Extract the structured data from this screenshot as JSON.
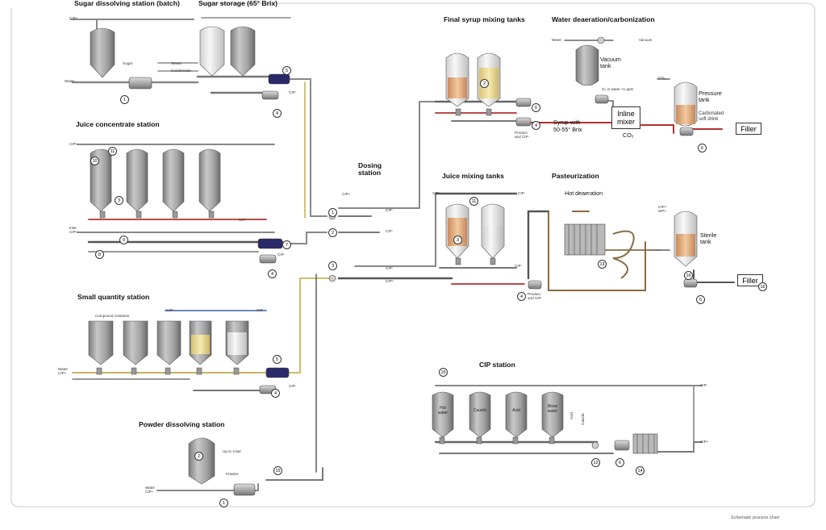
{
  "stations": {
    "sugar_dissolving": "Sugar dissolving station (batch)",
    "sugar_storage": "Sugar storage (65° Brix)",
    "juice_concentrate": "Juice concentrate station",
    "small_quantity": "Small quantity station",
    "powder_dissolving": "Powder dissolving station",
    "dosing": "Dosing station",
    "final_syrup": "Final syrup mixing tanks",
    "water_deaeration": "Water deaeration/carbonization",
    "juice_mixing": "Juice mixing tanks",
    "pasteurization": "Pasteurization",
    "cip_station": "CIP station"
  },
  "labels": {
    "cip_plus": "CIP+",
    "cip_minus": "CIP-",
    "water": "Water",
    "sugar": "Sugar",
    "steam": "Steam",
    "condensate": "Condensate",
    "inlet_cip": "Inlet CIP+",
    "compound_container": "Compound container",
    "water_cip": "Water CIP+",
    "up_to_4_bar": "Up to 4-bar",
    "powder": "Powder",
    "water_in": "Water",
    "vacuum": "Vacuum",
    "vacuum_tank": "Vacuum tank",
    "o2_note": "O₂ in water <1 ppm",
    "inline_mixer": "Inline mixer",
    "co2_out": "CO₂",
    "co2_in": "CO₂",
    "pressure_tank": "Pressure tank",
    "carbonated": "Carbonated soft drink",
    "filler_1": "Filler",
    "syrup_with": "Syrup with",
    "brix": "50-55° Brix",
    "product_cip_1": "Product and CIP-",
    "product_cip_2": "Product and CIP-",
    "hot_deaeration": "Hot deaeration",
    "cip_sip": "CIP+ SIP+",
    "sterile_tank": "Sterile tank",
    "filler_2": "Filler",
    "hot_water": "Hot water",
    "caustic": "Caustic",
    "acid": "Acid",
    "rinse_water": "Rinse water",
    "acid_v": "Acid",
    "caustic_v": "Caustic"
  },
  "numbers": {
    "n1": "1",
    "n2": "2",
    "n3": "3",
    "n4": "4",
    "n5": "5",
    "n6": "6",
    "n7": "7",
    "n8": "8",
    "n9": "9",
    "n10": "10",
    "n11": "11",
    "n12": "12",
    "n13": "13",
    "n14": "14",
    "n15": "15",
    "n16": "16"
  },
  "caption": "Schematic process chart",
  "colors": {
    "pipe": "#8a8a8a",
    "pipe_dark": "#444444",
    "pipe_red": "#b03030",
    "pipe_yellow": "#d8c060",
    "tank": "#a9a9a9",
    "tank_light": "#e6e6e6",
    "liquid_orange": "#e8b889",
    "liquid_yellow": "#f0e3a0",
    "pump_blue": "#2a2a6a"
  }
}
